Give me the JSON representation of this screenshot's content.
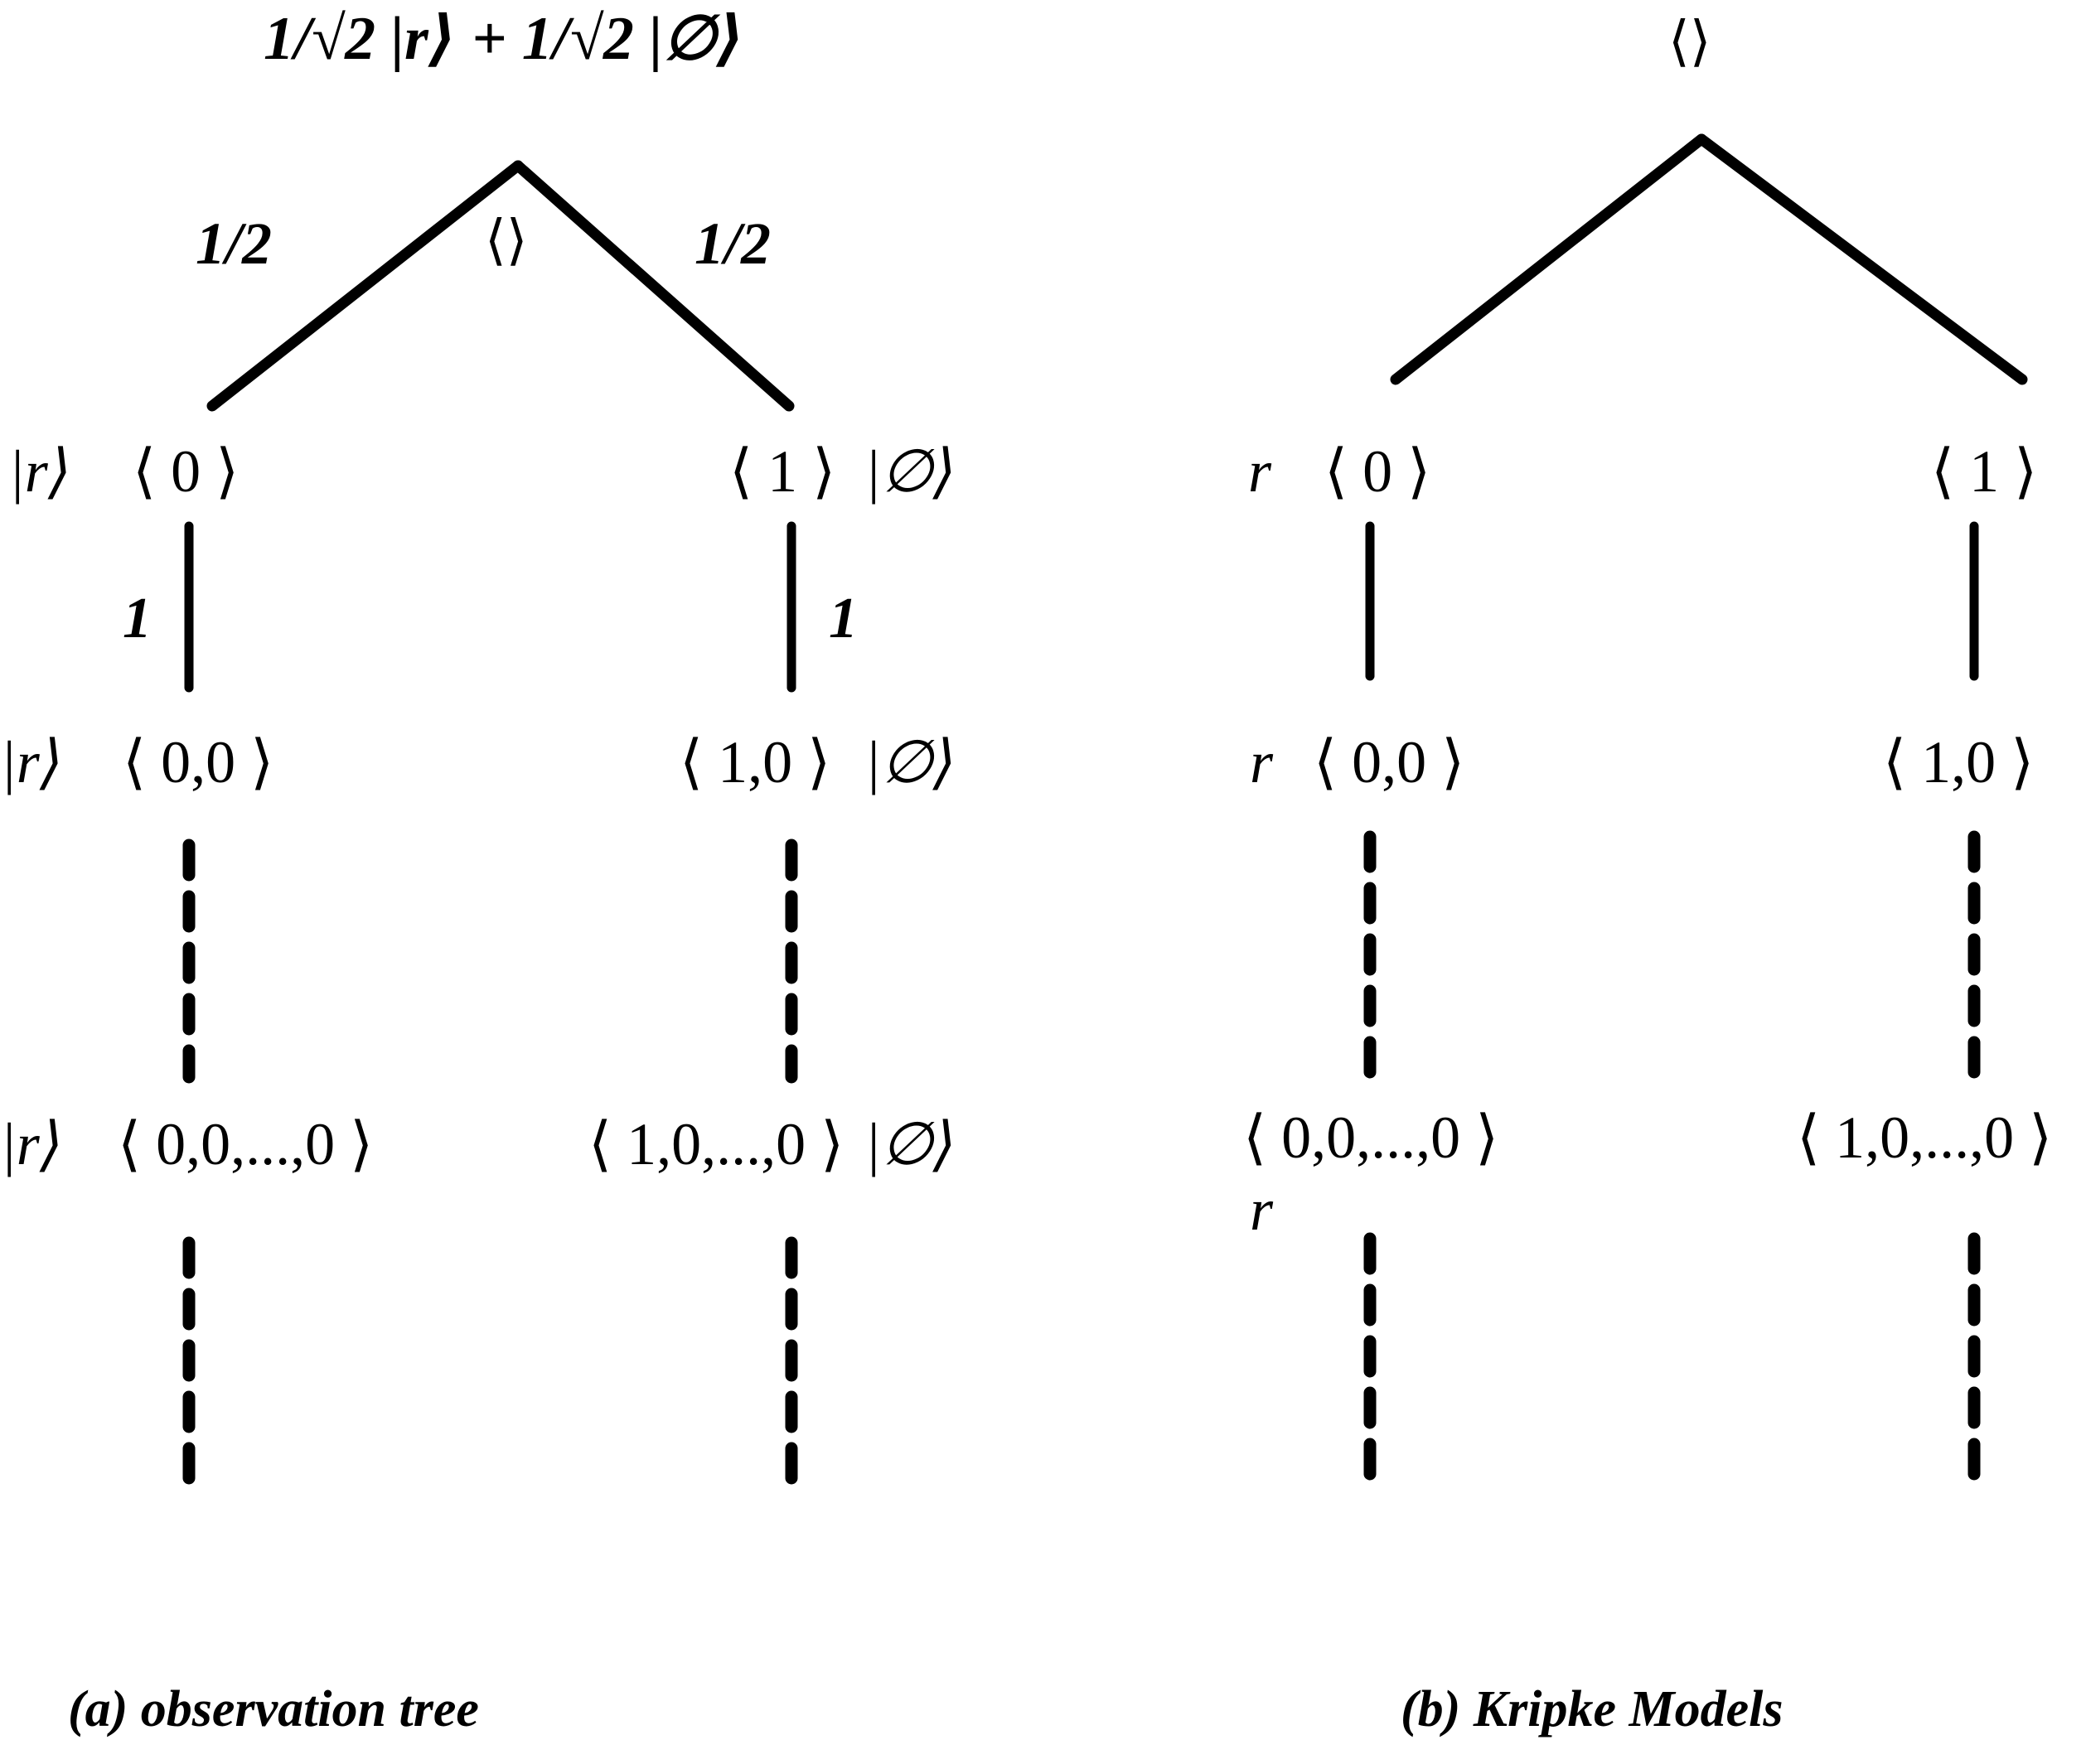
{
  "figure": {
    "panels": [
      {
        "id": "a",
        "caption": "(a) observation tree",
        "title_formula": "1/√2 |r⟩ + 1/√2 |∅⟩",
        "root_label": "⟨⟩",
        "edge_labels": {
          "left_branch": "1/2",
          "right_branch": "1/2",
          "left_vertical": "1",
          "right_vertical": "1"
        },
        "left_branch_nodes": [
          {
            "state": "|r⟩",
            "history": "⟨ 0 ⟩"
          },
          {
            "state": "|r⟩",
            "history": "⟨ 0,0 ⟩"
          },
          {
            "state": "|r⟩",
            "history": "⟨ 0,0,...,0 ⟩"
          }
        ],
        "right_branch_nodes": [
          {
            "history": "⟨ 1 ⟩",
            "state": "|∅⟩"
          },
          {
            "history": "⟨ 1,0 ⟩",
            "state": "|∅⟩"
          },
          {
            "history": "⟨ 1,0,...,0 ⟩",
            "state": "|∅⟩"
          }
        ]
      },
      {
        "id": "b",
        "caption": "(b)  Kripke Models",
        "root_label": "⟨⟩",
        "left_branch_nodes": [
          {
            "prop": "r",
            "history": "⟨ 0 ⟩"
          },
          {
            "prop": "r",
            "history": "⟨ 0,0 ⟩"
          },
          {
            "prop": "r",
            "history": "⟨ 0,0,...,0 ⟩"
          }
        ],
        "right_branch_nodes": [
          {
            "history": "⟨ 1 ⟩"
          },
          {
            "history": "⟨ 1,0 ⟩"
          },
          {
            "history": "⟨ 1,0,...,0 ⟩"
          }
        ]
      }
    ],
    "colors": {
      "ink": "#000000",
      "background": "#ffffff"
    }
  }
}
